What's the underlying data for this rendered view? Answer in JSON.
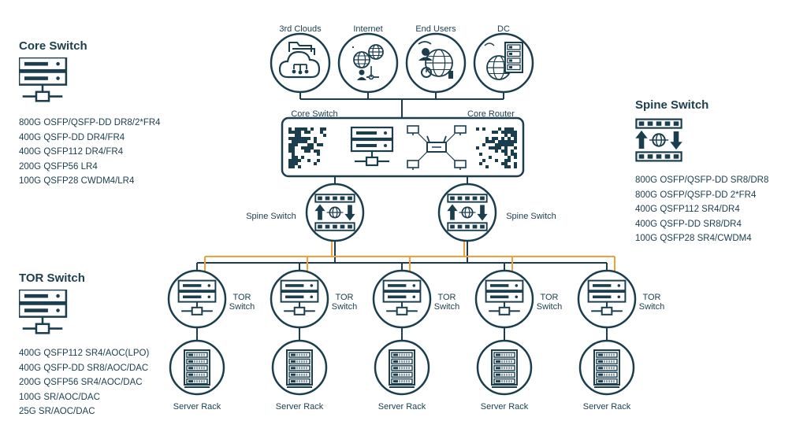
{
  "clouds": [
    {
      "label": "3rd Clouds",
      "icon": "cloud-folder-icon"
    },
    {
      "label": "Internet",
      "icon": "internet-globe-icon"
    },
    {
      "label": "End Users",
      "icon": "end-users-globe-icon"
    },
    {
      "label": "DC",
      "icon": "data-center-icon"
    }
  ],
  "core_block": {
    "left_label": "Core Switch",
    "right_label": "Core Router"
  },
  "spines": [
    {
      "label": "Spine Switch"
    },
    {
      "label": "Spine Switch"
    }
  ],
  "tor_label": "TOR\nSwitch",
  "server_label": "Server Rack",
  "rack_count": 5,
  "colors": {
    "primary": "#1b3e4f",
    "uplink_orange": "#f2a03d"
  },
  "panels": {
    "core": {
      "title": "Core Switch",
      "items": [
        "800G OSFP/QSFP-DD DR8/2*FR4",
        "400G QSFP-DD DR4/FR4",
        "400G QSFP112 DR4/FR4",
        "200G QSFP56 LR4",
        "100G QSFP28 CWDM4/LR4"
      ]
    },
    "spine": {
      "title": "Spine Switch",
      "items": [
        "800G OSFP/QSFP-DD SR8/DR8",
        "800G OSFP/QSFP-DD 2*FR4",
        "400G QSFP112 SR4/DR4",
        "400G QSFP-DD SR8/DR4",
        "100G QSFP28 SR4/CWDM4"
      ]
    },
    "tor": {
      "title": "TOR Switch",
      "items": [
        "400G QSFP112 SR4/AOC(LPO)",
        "400G QSFP-DD SR8/AOC/DAC",
        "200G QSFP56 SR4/AOC/DAC",
        "100G SR/AOC/DAC",
        "25G SR/AOC/DAC"
      ]
    }
  }
}
